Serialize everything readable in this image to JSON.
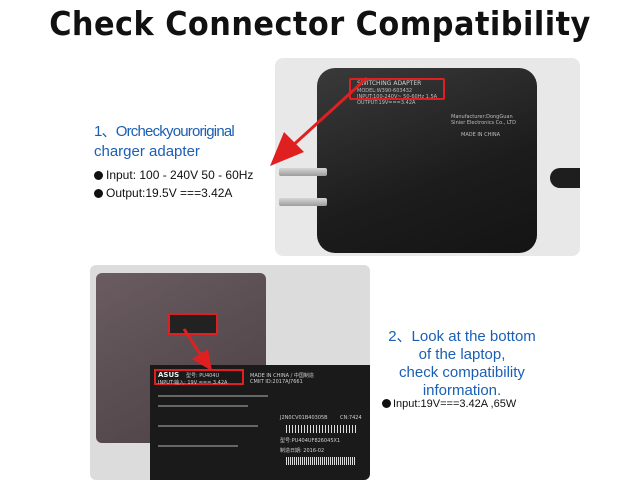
{
  "title": "Check Connector Compatibility",
  "step1": {
    "line1": "1、Orcheckyouroriginal",
    "line2": "charger adapter",
    "input": "Input: 100 - 240V 50 - 60Hz",
    "output": "Output:19.5V ===3.42A"
  },
  "adapter_label": {
    "heading": "SWITCHING ADAPTER",
    "model": "MODEL:W390-603432",
    "input": "INPUT:100-240V~ 50-60Hz 1.5A",
    "output": "OUTPUT:19V===3.42A",
    "maker": "Manufacturer:DongGuan",
    "maker2": "Sinier Electronics Co., LTD",
    "origin": "MADE IN CHINA"
  },
  "step2": {
    "line1": "2、Look at the bottom",
    "line2": "of  the laptop,",
    "line3": "check compatibility",
    "line4": "information.",
    "input": "Input:19V===3.42A ,65W"
  },
  "laptop_label": {
    "brand": "ASUS",
    "model": "型号: PU404U",
    "input": "INPUT:输入: 19V === 3.42A",
    "made": "MADE IN CHINA / 中国制造",
    "cmiit": "CMIIT ID:2017AJ7661",
    "sn": "J2N0CV01B40305B",
    "cn": "CN:7424",
    "partno": "型号:PU404UF826045X1",
    "date": "制造日期: 2016-02"
  },
  "colors": {
    "accent_blue": "#1a5fb4",
    "highlight_red": "#e02020"
  }
}
